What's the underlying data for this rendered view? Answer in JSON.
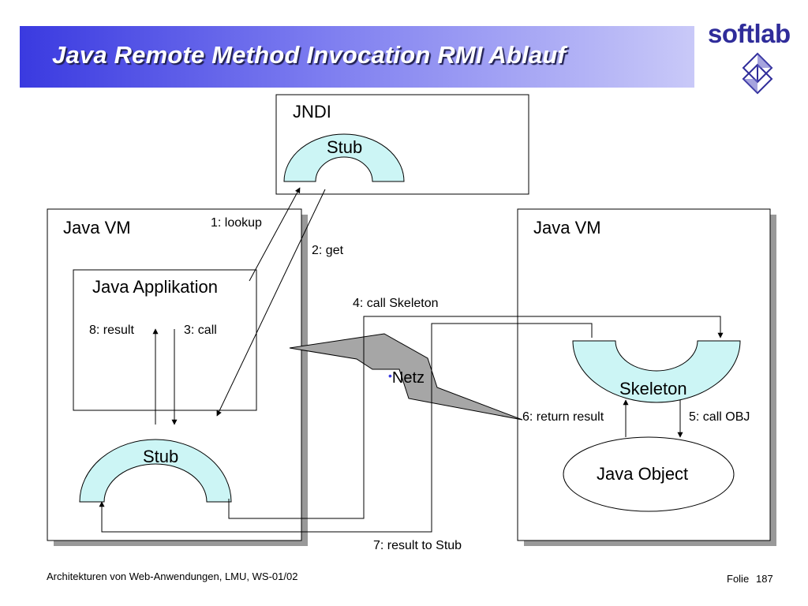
{
  "slide": {
    "title": "Java Remote Method Invocation RMI Ablauf",
    "logo_text": "softlab",
    "logo_icon": "softlab-cube-icon"
  },
  "diagram": {
    "jndi": {
      "label": "JNDI",
      "stub_label": "Stub"
    },
    "client_vm": {
      "label": "Java VM",
      "app_label": "Java Applikation",
      "stub_label": "Stub"
    },
    "server_vm": {
      "label": "Java VM",
      "skeleton_label": "Skeleton",
      "object_label": "Java Object"
    },
    "network_label": "Netz",
    "steps": {
      "lookup": "1: lookup",
      "get": "2: get",
      "call": "3: call",
      "call_skeleton": "4: call Skeleton",
      "call_obj": "5: call OBJ",
      "return_result": "6: return result",
      "result_to_stub": "7: result to Stub",
      "result": "8: result"
    },
    "colors": {
      "stub_fill": "#ccf5f5",
      "shadow": "#999999",
      "lightning_fill": "#a6a6a6",
      "title_gradient_start": "#3a3ae0",
      "logo_color": "#2f2c9a"
    }
  },
  "footer": {
    "course": "Architekturen von Web-Anwendungen, LMU, WS-01/02",
    "folie_label": "Folie",
    "page_number": "187"
  }
}
